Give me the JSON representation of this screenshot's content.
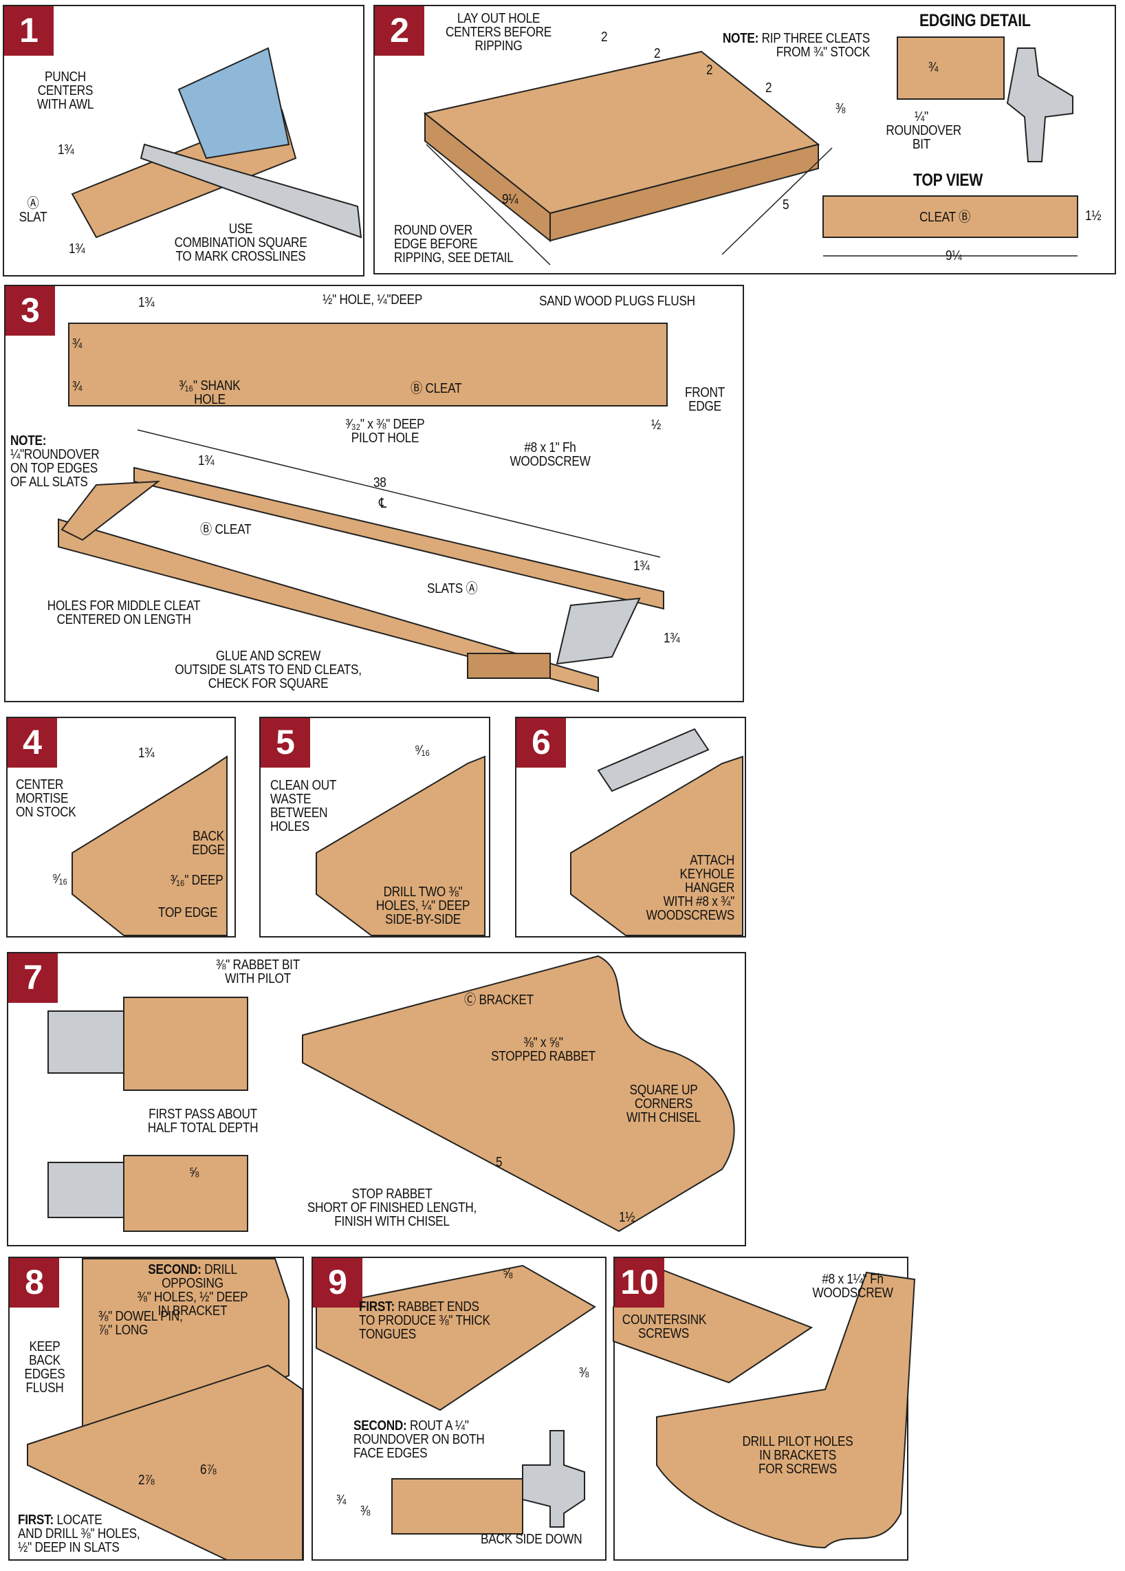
{
  "colors": {
    "wood": "#dcaa78",
    "wood_dark": "#c8925e",
    "badge": "#9b1b2a",
    "metal": "#c9cdd2",
    "blue": "#8fb8d8"
  },
  "panels": [
    {
      "number": "1",
      "labels": {
        "awl": "PUNCH\nCENTERS\nWITH AWL",
        "dim1": "1¾",
        "slat": "Ⓐ\nSLAT",
        "dim2": "1¾",
        "square": "USE\nCOMBINATION SQUARE\nTO MARK CROSSLINES"
      }
    },
    {
      "number": "2",
      "labels": {
        "layout": "LAY OUT HOLE\nCENTERS BEFORE\nRIPPING",
        "d1": "2",
        "d2": "2",
        "d3": "2",
        "d4": "2",
        "d5": "⅜",
        "note_bold": "NOTE:",
        "note": " RIP THREE CLEATS\nFROM ¾\" STOCK",
        "edging_title": "EDGING DETAIL",
        "edging_dim": "¾",
        "bit": "¼\"\nROUNDOVER\nBIT",
        "top_view": "TOP VIEW",
        "cleat": "CLEAT Ⓑ",
        "width": "1½",
        "length": "9¼",
        "board_len": "9¼",
        "board_w": "5",
        "roundover": "ROUND OVER\nEDGE BEFORE\nRIPPING, SEE DETAIL"
      }
    },
    {
      "number": "3",
      "labels": {
        "d_top": "1¾",
        "hole": "½\" HOLE, ¼\"DEEP",
        "plugs": "SAND WOOD PLUGS FLUSH",
        "t1": "¾",
        "t2": "¾",
        "shank": "³⁄₁₆\" SHANK\nHOLE",
        "cleat": "Ⓑ CLEAT",
        "front": "FRONT\nEDGE",
        "pilot": "³⁄₃₂\" x ⅜\" DEEP\nPILOT HOLE",
        "half": "½",
        "screw": "#8 x 1\" Fh\nWOODSCREW",
        "note_bold": "NOTE:",
        "note": "¼\"ROUNDOVER\nON TOP EDGES\nOF ALL SLATS",
        "d2": "1¾",
        "length": "38",
        "center": "℄",
        "cleat2": "Ⓑ CLEAT",
        "d3": "1¾",
        "slats": "SLATS Ⓐ",
        "holes": "HOLES FOR MIDDLE CLEAT\nCENTERED ON LENGTH",
        "d4": "1¾",
        "glue": "GLUE AND SCREW\nOUTSIDE SLATS TO END CLEATS,\nCHECK FOR SQUARE"
      }
    },
    {
      "number": "4",
      "labels": {
        "dim": "1¾",
        "center": "CENTER\nMORTISE\nON STOCK",
        "back": "BACK\nEDGE",
        "w": "⁹⁄₁₆",
        "deep": "³⁄₁₆\" DEEP",
        "top": "TOP EDGE"
      }
    },
    {
      "number": "5",
      "labels": {
        "dim": "⁹⁄₁₆",
        "clean": "CLEAN OUT\nWASTE\nBETWEEN\nHOLES",
        "drill": "DRILL TWO ⅜\"\nHOLES, ¼\" DEEP\nSIDE-BY-SIDE"
      }
    },
    {
      "number": "6",
      "labels": {
        "attach": "ATTACH\nKEYHOLE\nHANGER\nWITH #8 x ¾\"\nWOODSCREWS"
      }
    },
    {
      "number": "7",
      "labels": {
        "bit": "⅜\" RABBET BIT\nWITH PILOT",
        "bracket": "Ⓒ BRACKET",
        "rabbet": "⅜\" x ⅝\"\nSTOPPED RABBET",
        "first": "FIRST PASS ABOUT\nHALF TOTAL DEPTH",
        "square": "SQUARE UP\nCORNERS\nWITH CHISEL",
        "depth": "⅝",
        "len": "5",
        "stop": "STOP RABBET\nSHORT OF FINISHED LENGTH,\nFINISH WITH CHISEL",
        "end": "1½"
      }
    },
    {
      "number": "8",
      "labels": {
        "second_bold": "SECOND:",
        "second": " DRILL OPPOSING\n⅜\" HOLES, ½\" DEEP\nIN BRACKET",
        "dowel": "⅜\" DOWEL PIN,\n⅞\" LONG",
        "keep": "KEEP\nBACK\nEDGES\nFLUSH",
        "d1": "2⅞",
        "d2": "6⅞",
        "first_bold": "FIRST:",
        "first": " LOCATE\nAND DRILL ⅜\" HOLES,\n½\" DEEP IN SLATS"
      }
    },
    {
      "number": "9",
      "labels": {
        "d1": "⅝",
        "first_bold": "FIRST:",
        "first": " RABBET ENDS\nTO PRODUCE ⅜\" THICK\nTONGUES",
        "d2": "⅜",
        "second_bold": "SECOND:",
        "second": " ROUT A ¼\"\nROUNDOVER ON BOTH\nFACE EDGES",
        "t1": "¾",
        "t2": "⅜",
        "back": "BACK SIDE DOWN"
      }
    },
    {
      "number": "10",
      "labels": {
        "screw": "#8 x 1¼\" Fh\nWOODSCREW",
        "countersink": "COUNTERSINK\nSCREWS",
        "drill": "DRILL PILOT HOLES\nIN BRACKETS\nFOR SCREWS"
      }
    }
  ]
}
